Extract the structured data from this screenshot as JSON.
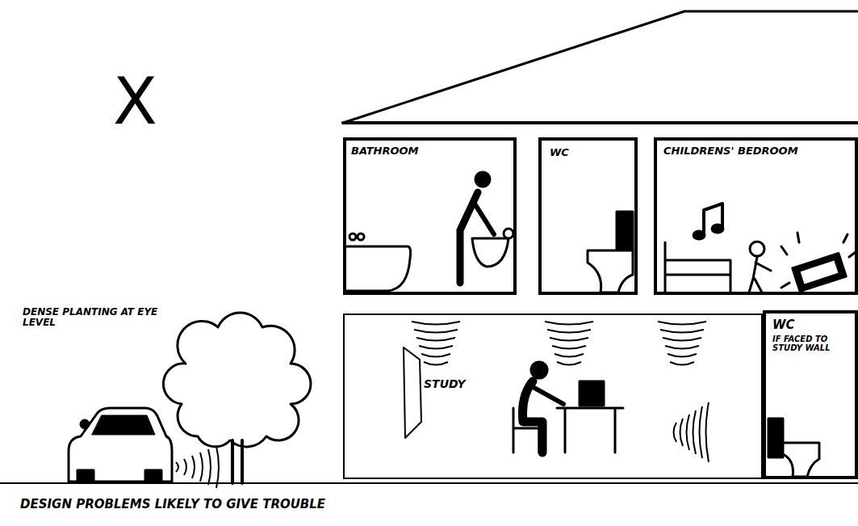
{
  "diagram": {
    "caption": "DESIGN PROBLEMS LIKELY TO GIVE TROUBLE",
    "nodes": [
      {
        "text": [
          "BATHROOM"
        ]
      },
      {
        "text": [
          "WC"
        ]
      },
      {
        "text": [
          "CHILDRENS' BEDROOM"
        ]
      },
      {
        "text": [
          "STUDY"
        ]
      },
      {
        "text": [
          "WC",
          "IF FACED TO STUDY WALL"
        ]
      }
    ],
    "labels": [
      "X",
      "DENSE PLANTING AT EYE LEVEL"
    ]
  }
}
